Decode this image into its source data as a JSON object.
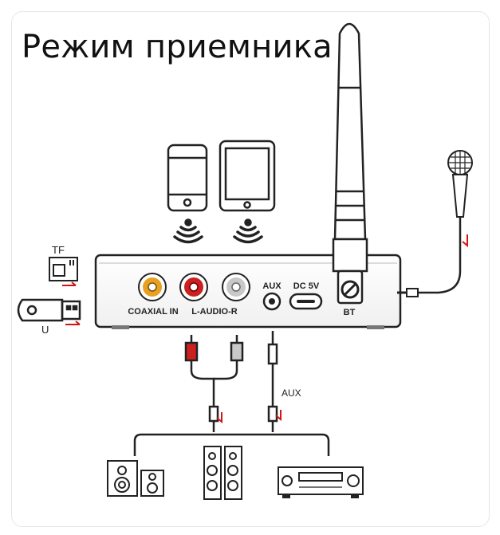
{
  "title": "Режим приемника",
  "ports": {
    "coaxial": "COAXIAL IN",
    "l_audio_r": "L-AUDIO-R",
    "aux": "AUX",
    "dc": "DC 5V",
    "bt": "BT"
  },
  "side_labels": {
    "tf": "TF",
    "u": "U"
  },
  "cable_label": "AUX",
  "colors": {
    "line": "#222222",
    "arrow": "#d21414",
    "coax": "#e8a020",
    "red": "#cc2020"
  },
  "icons": [
    "smartphone-icon",
    "tablet-icon",
    "wireless-signal-icon",
    "antenna-icon",
    "microphone-icon",
    "tf-card-icon",
    "usb-stick-icon",
    "bookshelf-speakers-icon",
    "tower-speakers-icon",
    "av-receiver-icon"
  ]
}
